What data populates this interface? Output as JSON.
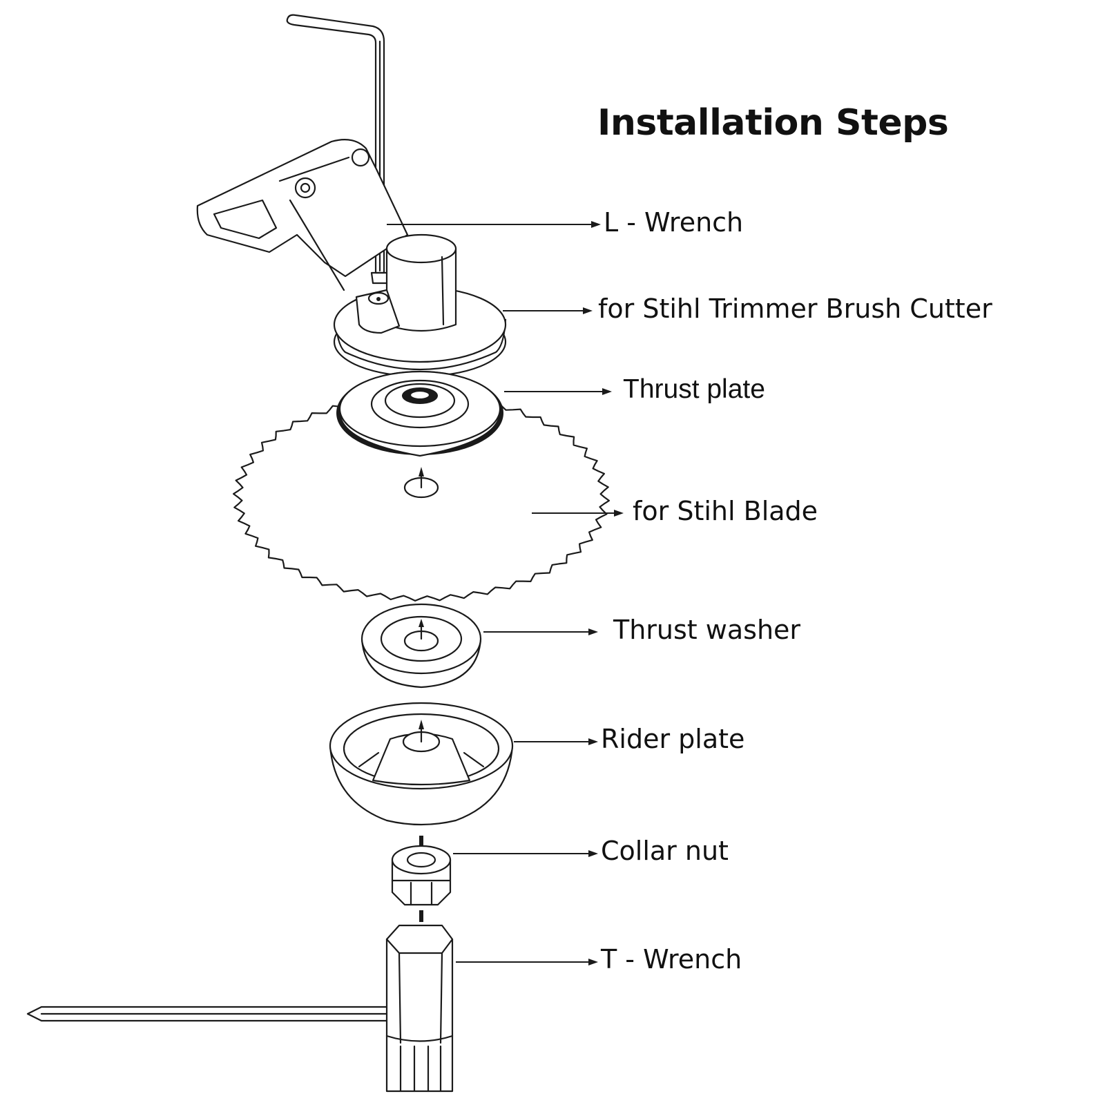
{
  "title": "Installation Steps",
  "labels": {
    "l_wrench": "L - Wrench",
    "brush_cutter": "for Stihl Trimmer Brush Cutter",
    "thrust_plate": "Thrust plate",
    "blade": "for Stihl Blade",
    "thrust_washer": "Thrust washer",
    "rider_plate": "Rider plate",
    "collar_nut": "Collar nut",
    "t_wrench": "T - Wrench"
  },
  "colors": {
    "ink": "#1a1a1a",
    "background": "#ffffff"
  }
}
